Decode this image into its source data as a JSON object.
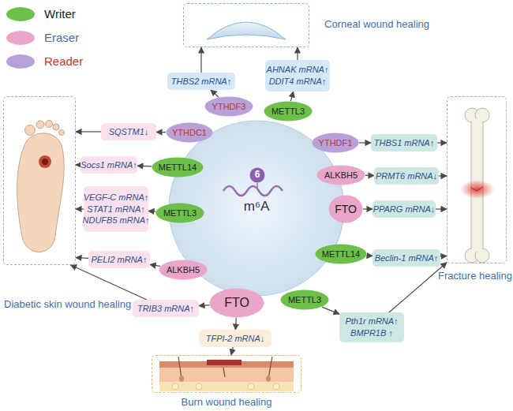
{
  "diagram": {
    "nodes": [
      {
        "text": [
          "Corneal wound healing"
        ]
      },
      {
        "text": [
          "Diabetic skin wound healing"
        ]
      },
      {
        "text": [
          "Fracture healing"
        ]
      },
      {
        "text": [
          "Burn wound healing"
        ]
      },
      {
        "text": [
          "m⁶A"
        ]
      },
      {
        "text": [
          "6"
        ],
        "in": 4
      },
      {
        "text": [
          "YTHDF3"
        ]
      },
      {
        "text": [
          "METTL3"
        ]
      },
      {
        "text": [
          "YTHDF1"
        ]
      },
      {
        "text": [
          "ALKBH5"
        ]
      },
      {
        "text": [
          "FTO"
        ]
      },
      {
        "text": [
          "METTL14"
        ]
      },
      {
        "text": [
          "METTL3"
        ]
      },
      {
        "text": [
          "FTO"
        ]
      },
      {
        "text": [
          "ALKBH5"
        ]
      },
      {
        "text": [
          "METTL3"
        ]
      },
      {
        "text": [
          "METTL14"
        ]
      },
      {
        "text": [
          "YTHDC1"
        ]
      },
      {
        "text": [
          "THBS2 mRNA↑"
        ]
      },
      {
        "text": [
          "AHNAK mRNA↑",
          "DDIT4 mRNA↑"
        ]
      },
      {
        "text": [
          "THBS1 mRNA↑"
        ]
      },
      {
        "text": [
          "PRMT6 mRNA↓"
        ]
      },
      {
        "text": [
          "PPARG mRNA↓"
        ]
      },
      {
        "text": [
          "Beclin-1 mRNA↑"
        ]
      },
      {
        "text": [
          "Pth1r mRNA↑",
          "BMPR1B ↑"
        ]
      },
      {
        "text": [
          "TFPI-2 mRNA↓"
        ]
      },
      {
        "text": [
          "TRIB3 mRNA↑"
        ]
      },
      {
        "text": [
          "PELI2 mRNA↑"
        ]
      },
      {
        "text": [
          "VEGF-C mRNA↑",
          "STAT1 mRNA↑",
          "NDUFB5 mRNA↑"
        ]
      },
      {
        "text": [
          "Socs1 mRNA↑"
        ]
      },
      {
        "text": [
          "SQSTM1↓"
        ]
      }
    ],
    "edges": [
      {
        "from": 6,
        "to": 18,
        "arrow": "to"
      },
      {
        "from": 18,
        "to": 0,
        "arrow": "to"
      },
      {
        "from": 7,
        "to": 19,
        "arrow": "to"
      },
      {
        "from": 19,
        "to": 0,
        "arrow": "to"
      },
      {
        "from": 8,
        "to": 20,
        "arrow": "to"
      },
      {
        "from": 20,
        "to": 2,
        "arrow": "to"
      },
      {
        "from": 9,
        "to": 21,
        "arrow": "to"
      },
      {
        "from": 21,
        "to": 2,
        "arrow": "to"
      },
      {
        "from": 10,
        "to": 22,
        "arrow": "to"
      },
      {
        "from": 22,
        "to": 2,
        "arrow": "to"
      },
      {
        "from": 11,
        "to": 23,
        "arrow": "to"
      },
      {
        "from": 23,
        "to": 2,
        "arrow": "to"
      },
      {
        "from": 12,
        "to": 24,
        "arrow": "to"
      },
      {
        "from": 24,
        "to": 2,
        "arrow": "to"
      },
      {
        "from": 13,
        "to": 25,
        "arrow": "to"
      },
      {
        "from": 25,
        "to": 3,
        "arrow": "to"
      },
      {
        "from": 13,
        "to": 26,
        "arrow": "to"
      },
      {
        "from": 26,
        "to": 1,
        "arrow": "to"
      },
      {
        "from": 14,
        "to": 27,
        "arrow": "to"
      },
      {
        "from": 27,
        "to": 1,
        "arrow": "to"
      },
      {
        "from": 15,
        "to": 28,
        "arrow": "to"
      },
      {
        "from": 28,
        "to": 1,
        "arrow": "to"
      },
      {
        "from": 16,
        "to": 29,
        "arrow": "to"
      },
      {
        "from": 29,
        "to": 1,
        "arrow": "to"
      },
      {
        "from": 17,
        "to": 30,
        "arrow": "to"
      },
      {
        "from": 30,
        "to": 1,
        "arrow": "to"
      }
    ],
    "legend": [
      {
        "text": "Writer",
        "color": "#6cc04a"
      },
      {
        "text": "Eraser",
        "color": "#e9a6c9"
      },
      {
        "text": "Reader",
        "color": "#b8a0d8"
      }
    ]
  }
}
